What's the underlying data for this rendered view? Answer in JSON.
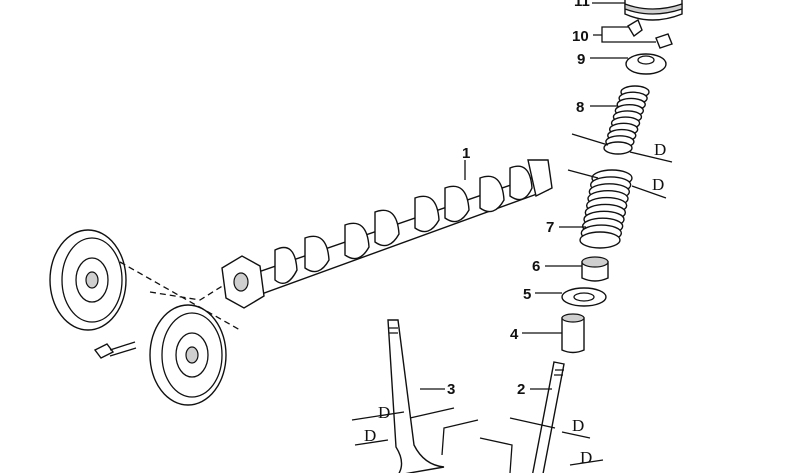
{
  "diagram": {
    "type": "exploded parts diagram",
    "callouts": [
      {
        "id": "1",
        "label": "1"
      },
      {
        "id": "2",
        "label": "2"
      },
      {
        "id": "3",
        "label": "3"
      },
      {
        "id": "4",
        "label": "4"
      },
      {
        "id": "5",
        "label": "5"
      },
      {
        "id": "6",
        "label": "6"
      },
      {
        "id": "7",
        "label": "7"
      },
      {
        "id": "8",
        "label": "8"
      },
      {
        "id": "9",
        "label": "9"
      },
      {
        "id": "10",
        "label": "10"
      },
      {
        "id": "11",
        "label": "11"
      }
    ],
    "dimension_label": "D"
  }
}
